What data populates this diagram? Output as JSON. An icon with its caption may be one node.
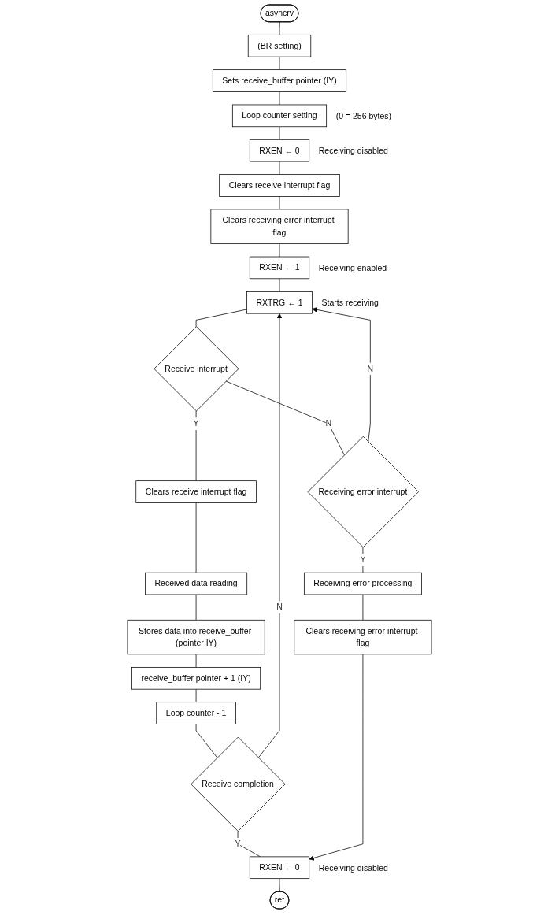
{
  "diagram": {
    "nodes": [
      {
        "text": [
          "asyncrv"
        ]
      },
      {
        "text": [
          "(BR setting)"
        ]
      },
      {
        "text": [
          "Sets receive_buffer pointer (IY)"
        ]
      },
      {
        "text": [
          "Loop counter setting"
        ],
        "beside": [
          "(0 = 256 bytes)"
        ]
      },
      {
        "text": [
          "RXEN ← 0"
        ],
        "beside": [
          "Receiving disabled"
        ]
      },
      {
        "text": [
          "Clears receive interrupt flag"
        ]
      },
      {
        "text": [
          "Clears receiving error interrupt flag"
        ]
      },
      {
        "text": [
          "RXEN ← 1"
        ],
        "beside": [
          "Receiving enabled"
        ]
      },
      {
        "text": [
          "RXTRG ← 1"
        ],
        "beside": [
          "Starts receiving"
        ]
      },
      {
        "text": [
          "Receive interrupt"
        ]
      },
      {
        "text": [
          "Clears receive interrupt flag"
        ]
      },
      {
        "text": [
          "Received data reading"
        ]
      },
      {
        "text": [
          "Stores data into receive_buffer (pointer IY)"
        ]
      },
      {
        "text": [
          "receive_buffer pointer + 1 (IY)"
        ]
      },
      {
        "text": [
          "Loop counter - 1"
        ]
      },
      {
        "text": [
          "Receive completion"
        ]
      },
      {
        "text": [
          "Receiving error interrupt"
        ]
      },
      {
        "text": [
          "Receiving error processing"
        ]
      },
      {
        "text": [
          "Clears receiving error interrupt flag"
        ]
      },
      {
        "text": [
          "RXEN ← 0"
        ],
        "beside": [
          "Receiving disabled"
        ]
      },
      {
        "text": [
          "ret"
        ]
      }
    ],
    "edges": [
      {
        "from": 0,
        "to": 1,
        "arrow": "none"
      },
      {
        "from": 1,
        "to": 2,
        "arrow": "none"
      },
      {
        "from": 2,
        "to": 3,
        "arrow": "none"
      },
      {
        "from": 3,
        "to": 4,
        "arrow": "none"
      },
      {
        "from": 4,
        "to": 5,
        "arrow": "none"
      },
      {
        "from": 5,
        "to": 6,
        "arrow": "none"
      },
      {
        "from": 6,
        "to": 7,
        "arrow": "none"
      },
      {
        "from": 7,
        "to": 8,
        "arrow": "none"
      },
      {
        "from": 8,
        "to": 9,
        "arrow": "none"
      },
      {
        "from": 9,
        "to": 10,
        "label": "Y",
        "arrow": "none"
      },
      {
        "from": 9,
        "to": 16,
        "label": "N",
        "arrow": "none"
      },
      {
        "from": 10,
        "to": 11,
        "arrow": "none"
      },
      {
        "from": 11,
        "to": 12,
        "arrow": "none"
      },
      {
        "from": 12,
        "to": 13,
        "arrow": "none"
      },
      {
        "from": 13,
        "to": 14,
        "arrow": "none"
      },
      {
        "from": 14,
        "to": 15,
        "arrow": "none"
      },
      {
        "from": 15,
        "to": 8,
        "label": "N",
        "arrow": "to"
      },
      {
        "from": 16,
        "to": 8,
        "label": "N",
        "arrow": "to"
      },
      {
        "from": 16,
        "to": 17,
        "label": "Y",
        "arrow": "none"
      },
      {
        "from": 17,
        "to": 18,
        "arrow": "none"
      },
      {
        "from": 15,
        "to": 19,
        "label": "Y",
        "arrow": "none"
      },
      {
        "from": 18,
        "to": 19,
        "arrow": "to"
      },
      {
        "from": 19,
        "to": 20,
        "arrow": "none"
      }
    ]
  }
}
